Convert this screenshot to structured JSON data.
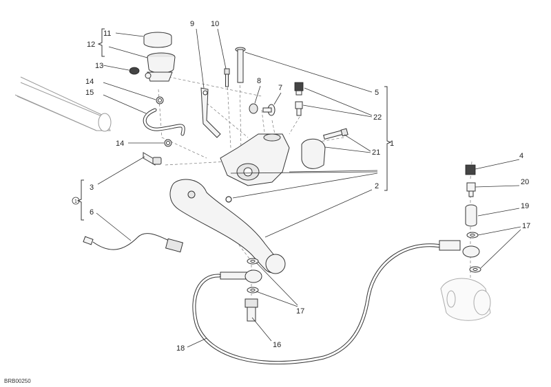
{
  "diagram_code": "BRB00250",
  "callouts": [
    "1",
    "2",
    "3",
    "4",
    "5",
    "6",
    "7",
    "8",
    "9",
    "10",
    "11",
    "12",
    "13",
    "14",
    "15",
    "16",
    "17",
    "18",
    "19",
    "20",
    "21",
    "22"
  ],
  "repeat_labels": {
    "p14b": "14",
    "p17b": "17"
  },
  "assembly_symbol": "1"
}
